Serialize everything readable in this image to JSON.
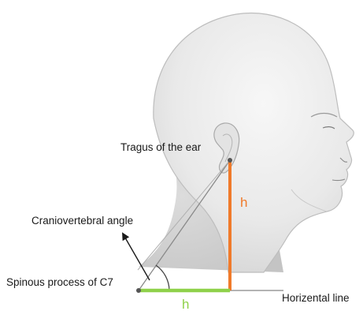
{
  "labels": {
    "tragus": "Tragus of the ear",
    "angle": "Craniovertebral angle",
    "c7": "Spinous process of C7",
    "horizontal": "Horizental line",
    "h_vertical": "h",
    "h_horizontal": "h"
  },
  "colors": {
    "vertical_line": "#f07a2a",
    "horizontal_line": "#8fd14a",
    "h_vertical_text": "#f07a2a",
    "h_horizontal_text": "#8fd14a"
  }
}
